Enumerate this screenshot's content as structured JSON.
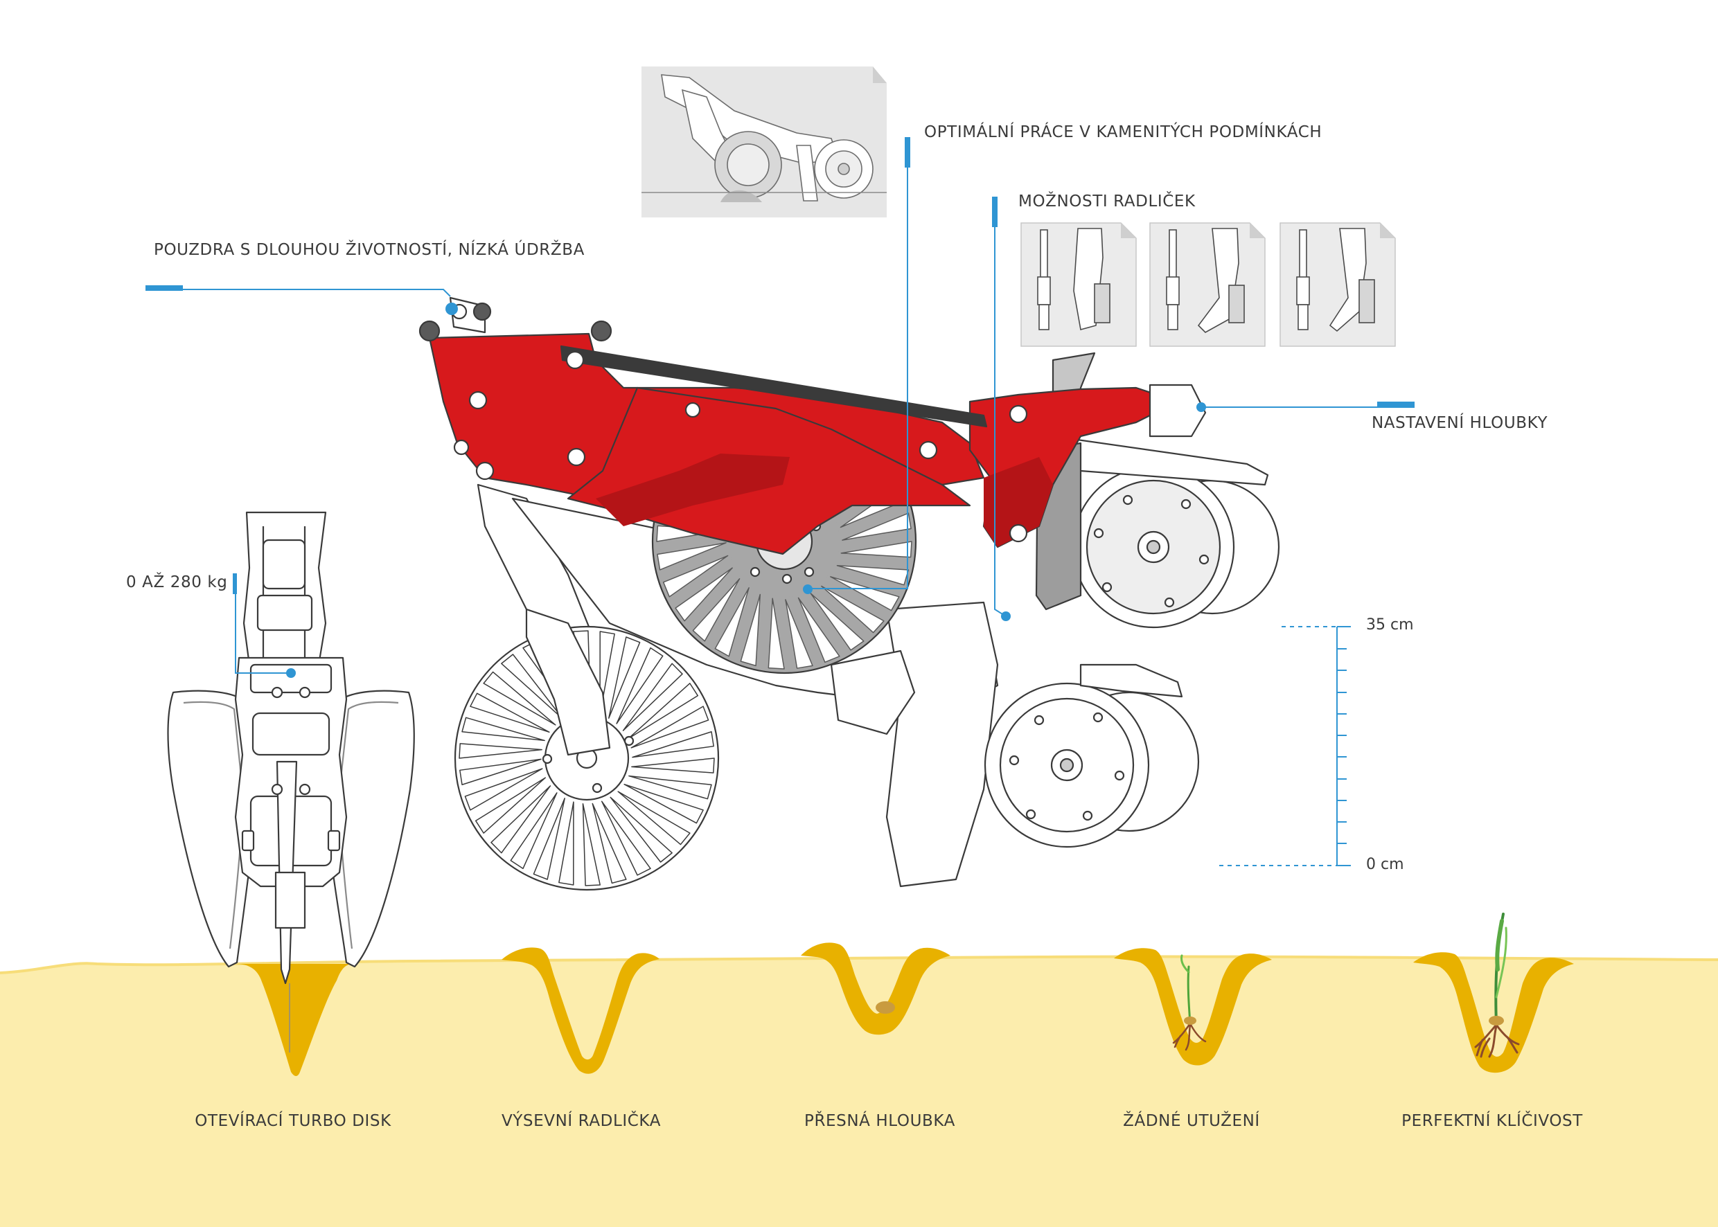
{
  "callouts": {
    "bushings": "POUZDRA S DLOUHOU ŽIVOTNOSTÍ, NÍZKÁ ÚDRŽBA",
    "stony": "OPTIMÁLNÍ PRÁCE V KAMENITÝCH PODMÍNKÁCH",
    "coulters": "MOŽNOSTI RADLIČEK",
    "depth": "NASTAVENÍ HLOUBKY",
    "pressure": "0 AŽ 280 kg"
  },
  "depth_scale": {
    "top": "35 cm",
    "bottom": "0 cm"
  },
  "steps": [
    {
      "label": "OTEVÍRACÍ TURBO DISK"
    },
    {
      "label": "VÝSEVNÍ RADLIČKA"
    },
    {
      "label": "PŘESNÁ HLOUBKA"
    },
    {
      "label": "ŽÁDNÉ UTUŽENÍ"
    },
    {
      "label": "PERFEKTNÍ KLÍČIVOST"
    }
  ],
  "colors": {
    "frame_red": "#d7191c",
    "accent_blue": "#2f95d3",
    "soil_light": "#fcedad",
    "soil_dark": "#e8b100",
    "outline": "#3a3a3a",
    "disc_gray": "#a7a7a7"
  }
}
